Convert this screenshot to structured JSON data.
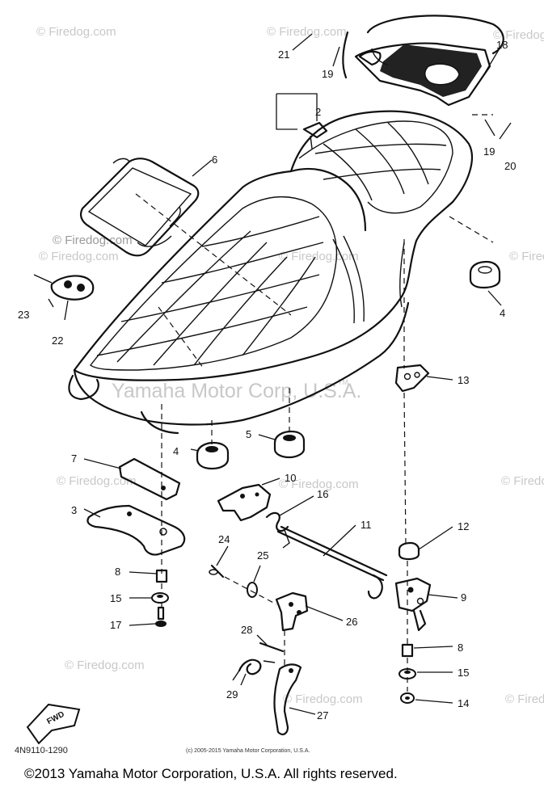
{
  "watermarks": {
    "firedog": "© Firedog.com",
    "yamaha": "Yamaha Motor Corp, U.S.A.",
    "tm": "TM"
  },
  "callouts": [
    "21",
    "19",
    "2",
    "18",
    "6",
    "19",
    "20",
    "23",
    "22",
    "4",
    "13",
    "4",
    "5",
    "7",
    "10",
    "16",
    "11",
    "3",
    "12",
    "24",
    "25",
    "8",
    "9",
    "15",
    "26",
    "17",
    "28",
    "8",
    "15",
    "29",
    "27",
    "14"
  ],
  "fwd_label": "FWD",
  "diagram_code": "4N9110-1290",
  "copyright_small": "(c) 2005-2015 Yamaha Motor Corporation, U.S.A.",
  "copyright_main": "©2013 Yamaha Motor Corporation, U.S.A. All rights reserved."
}
